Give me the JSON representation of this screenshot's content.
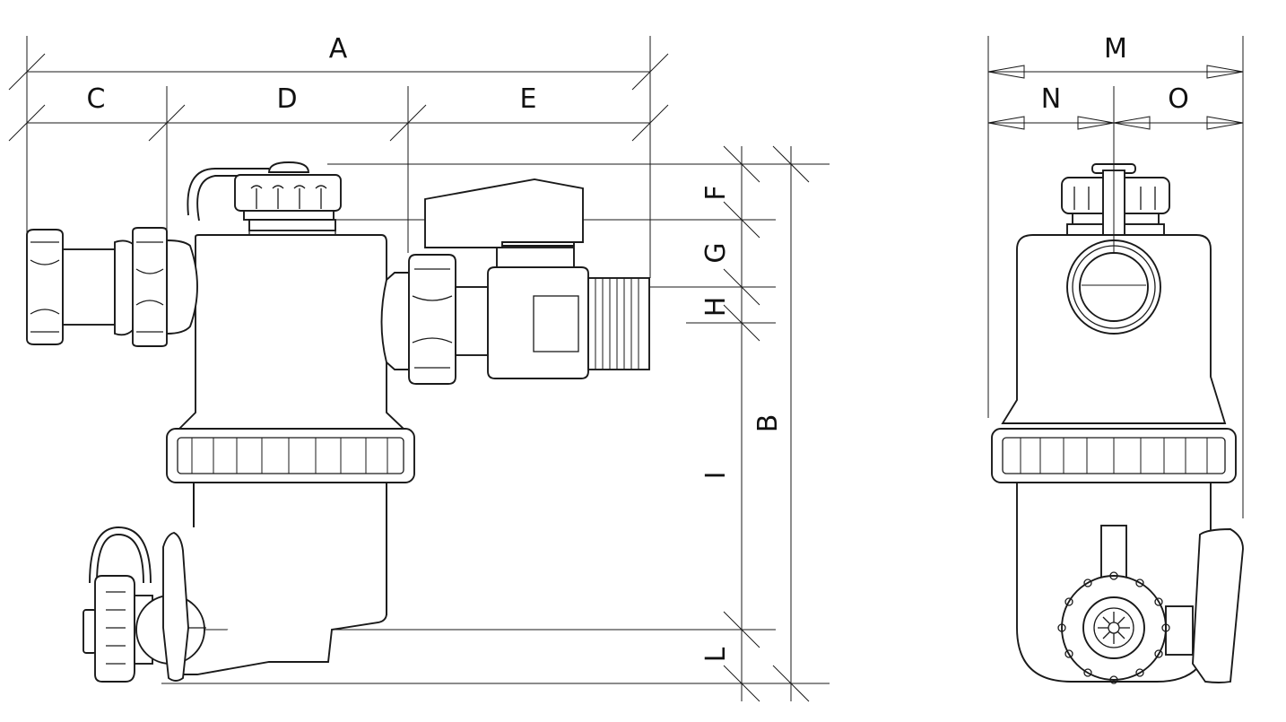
{
  "dimension_labels": {
    "a": "A",
    "b": "B",
    "c": "C",
    "d": "D",
    "e": "E",
    "f": "F",
    "g": "G",
    "h": "H",
    "i": "I",
    "l": "L",
    "m": "M",
    "n": "N",
    "o": "O"
  },
  "colors": {
    "line": "#1a1a1a",
    "background": "#ffffff"
  }
}
